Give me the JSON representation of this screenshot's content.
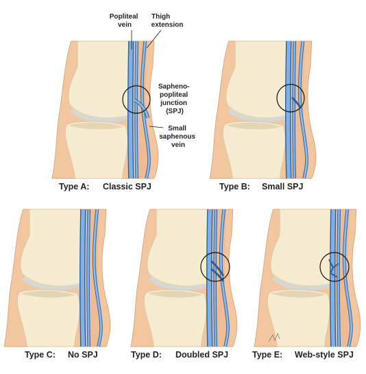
{
  "annotations": {
    "popliteal_vein": [
      "Popliteal",
      "vein"
    ],
    "thigh_extension": [
      "Thigh",
      "extension"
    ],
    "spj": [
      "Sapheno-",
      "popliteal",
      "junction",
      "(SPJ)"
    ],
    "small_saphenous": [
      "Small",
      "saphenous",
      "vein"
    ]
  },
  "panels": [
    {
      "id": "A",
      "type": "Type A:",
      "name": "Classic SPJ"
    },
    {
      "id": "B",
      "type": "Type B:",
      "name": "Small SPJ"
    },
    {
      "id": "C",
      "type": "Type C:",
      "name": "No SPJ"
    },
    {
      "id": "D",
      "type": "Type D:",
      "name": "Doubled SPJ"
    },
    {
      "id": "E",
      "type": "Type E:",
      "name": "Web-style SPJ"
    }
  ],
  "colors": {
    "skin": "#f2c7a0",
    "skin_edge": "#d9a57a",
    "bone": "#f6ecd2",
    "bone_shade": "#e4d6b4",
    "cartilage": "#dfe6ee",
    "vein": "#6a9fd8",
    "vein_edge": "#2c5f9e",
    "circle": "#111111"
  }
}
